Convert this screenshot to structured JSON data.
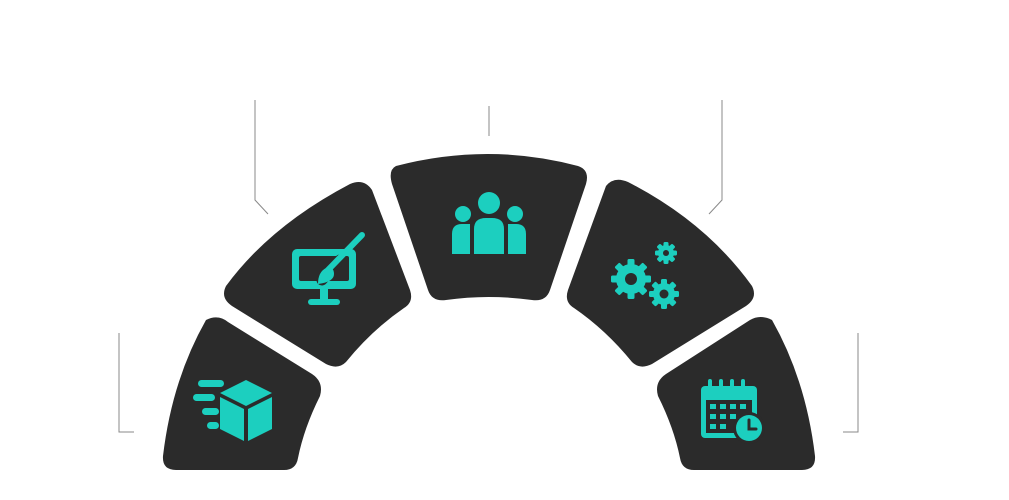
{
  "colors": {
    "background": "#ffffff",
    "segment_fill": "#2b2b2b",
    "icon": "#1ccfbf",
    "connector_line": "#8a8a8a"
  },
  "segments": [
    {
      "name": "segment-delivery",
      "icon": "fast-delivery-box-icon"
    },
    {
      "name": "segment-design",
      "icon": "monitor-paintbrush-icon"
    },
    {
      "name": "segment-team",
      "icon": "team-group-icon"
    },
    {
      "name": "segment-settings",
      "icon": "gears-icon"
    },
    {
      "name": "segment-schedule",
      "icon": "calendar-clock-icon"
    }
  ]
}
